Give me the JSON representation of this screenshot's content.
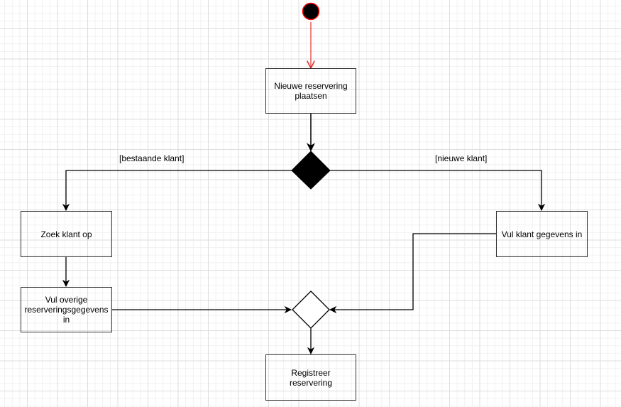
{
  "diagram": {
    "type": "UML activity diagram",
    "nodes": {
      "start": {
        "kind": "initial-node"
      },
      "new_reservation": {
        "label": "Nieuwe reservering plaatsen"
      },
      "decision": {
        "kind": "decision"
      },
      "find_customer": {
        "label": "Zoek klant op"
      },
      "fill_other": {
        "label": "Vul overige reserveringsgegevens in"
      },
      "fill_customer": {
        "label": "Vul klant gegevens in"
      },
      "merge": {
        "kind": "merge"
      },
      "register": {
        "label": "Registreer reservering"
      }
    },
    "guards": {
      "existing": "[bestaande klant]",
      "new": "[nieuwe klant]"
    },
    "colors": {
      "start_fill": "#000000",
      "start_stroke": "#ff0000",
      "start_edge": "#e03030",
      "edge": "#000000",
      "box_border": "#333333"
    }
  }
}
